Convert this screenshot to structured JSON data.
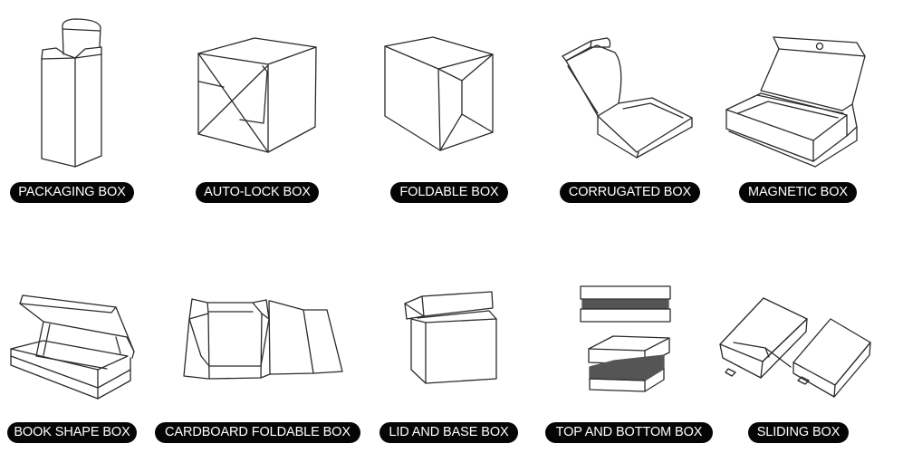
{
  "catalog": {
    "row1": [
      {
        "label": "PACKAGING BOX"
      },
      {
        "label": "AUTO-LOCK BOX"
      },
      {
        "label": "FOLDABLE BOX"
      },
      {
        "label": "CORRUGATED BOX"
      },
      {
        "label": "MAGNETIC BOX"
      }
    ],
    "row2": [
      {
        "label": "BOOK SHAPE BOX"
      },
      {
        "label": "CARDBOARD FOLDABLE BOX"
      },
      {
        "label": "LID AND BASE BOX"
      },
      {
        "label": "TOP AND BOTTOM BOX"
      },
      {
        "label": "SLIDING BOX"
      }
    ]
  },
  "colors": {
    "pill_background": "#050505",
    "pill_text": "#ffffff",
    "line": "#2a2a2a",
    "dark_band": "#555555"
  }
}
